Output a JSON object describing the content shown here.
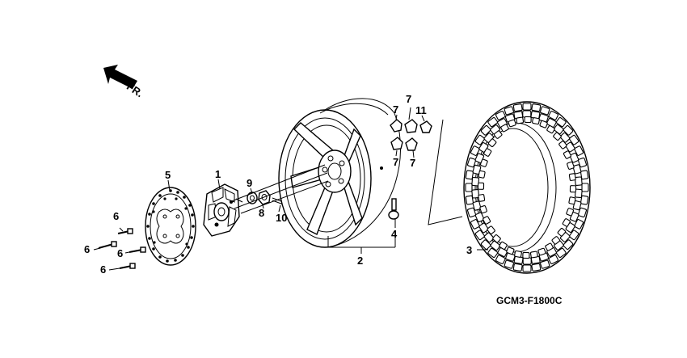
{
  "front_arrow": {
    "text": "FR."
  },
  "diagram_code": "GCM3-F1800C",
  "callouts": [
    {
      "id": "c5",
      "text": "5"
    },
    {
      "id": "c1",
      "text": "1"
    },
    {
      "id": "c9",
      "text": "9"
    },
    {
      "id": "c8",
      "text": "8"
    },
    {
      "id": "c10",
      "text": "10"
    },
    {
      "id": "c6a",
      "text": "6"
    },
    {
      "id": "c6b",
      "text": "6"
    },
    {
      "id": "c6c",
      "text": "6"
    },
    {
      "id": "c6d",
      "text": "6"
    },
    {
      "id": "c7a",
      "text": "7"
    },
    {
      "id": "c7b",
      "text": "7"
    },
    {
      "id": "c11",
      "text": "11"
    },
    {
      "id": "c7c",
      "text": "7"
    },
    {
      "id": "c7d",
      "text": "7"
    },
    {
      "id": "c4",
      "text": "4"
    },
    {
      "id": "c2",
      "text": "2"
    },
    {
      "id": "c3",
      "text": "3"
    }
  ]
}
